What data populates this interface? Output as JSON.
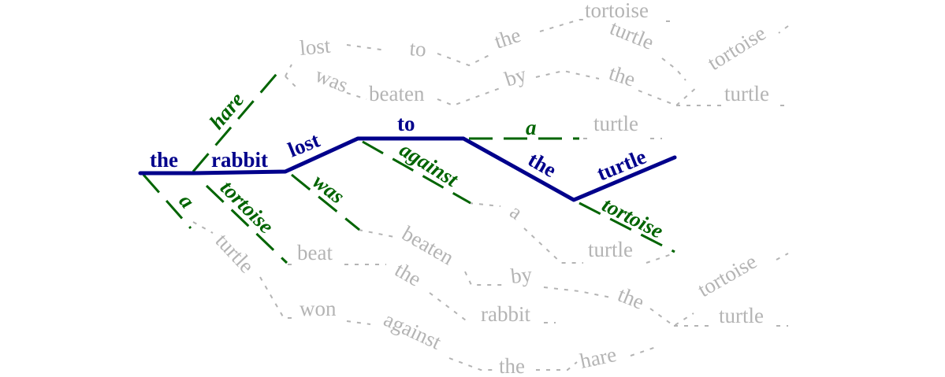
{
  "colors": {
    "best": "#00008b",
    "alternative": "#006400",
    "faded": "#b4b4b4"
  },
  "best_path": [
    "the",
    "rabbit",
    "lost",
    "to",
    "the",
    "turtle"
  ],
  "alternatives": [
    "hare",
    "a",
    "tortoise",
    "was",
    "against",
    "a",
    "tortoise"
  ],
  "faded_upper": [
    "lost",
    "to",
    "the",
    "tortoise",
    "turtle",
    "was",
    "beaten",
    "by",
    "the",
    "tortoise",
    "turtle",
    "turtle"
  ],
  "faded_lower": [
    "turtle",
    "beat",
    "beaten",
    "a",
    "turtle",
    "by",
    "the",
    "rabbit",
    "the",
    "tortoise",
    "turtle",
    "won",
    "against",
    "the",
    "hare"
  ]
}
